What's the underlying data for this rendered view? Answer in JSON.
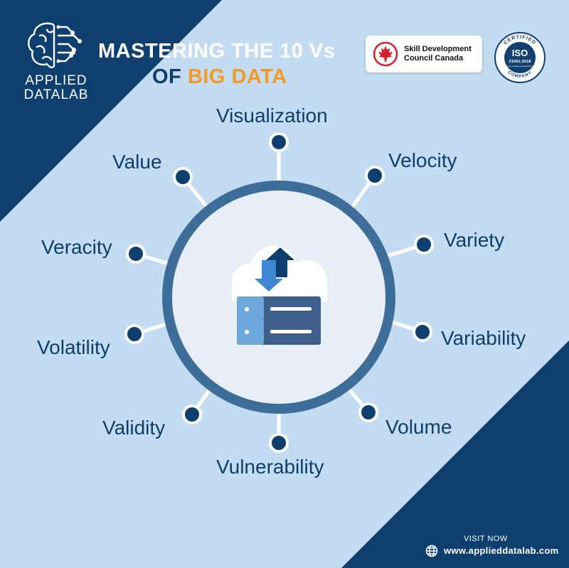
{
  "brand": {
    "line1": "APPLIED",
    "line2": "DATALAB",
    "icon": "brain-circuit-icon"
  },
  "title": {
    "line1": "MASTERING THE 10 Vs",
    "line2_prefix": "OF ",
    "line2_accent": "BIG DATA"
  },
  "partners": {
    "sdc": {
      "line1": "Skill Development",
      "line2": "Council Canada",
      "icon": "maple-leaf-icon"
    },
    "iso": {
      "top": "CERTIFIED",
      "badge": "ISO",
      "code": "21001:2018",
      "bottom": "COMPANY",
      "small": "EDUCATIONAL ORGANIZATION MANAGEMENT SYSTEM"
    }
  },
  "center_icon": "cloud-server-upload-download-icon",
  "labels": {
    "visualization": "Visualization",
    "velocity": "Velocity",
    "variety": "Variety",
    "variability": "Variability",
    "volume": "Volume",
    "vulnerability": "Vulnerability",
    "validity": "Validity",
    "volatility": "Volatility",
    "veracity": "Veracity",
    "value": "Value"
  },
  "footer": {
    "visit": "VISIT NOW",
    "url": "www.applieddatalab.com",
    "icon": "globe-icon"
  },
  "colors": {
    "navy": "#0d3e6e",
    "light_blue": "#c4dcf1",
    "orange": "#f39a24",
    "ring": "#3f6d99"
  }
}
